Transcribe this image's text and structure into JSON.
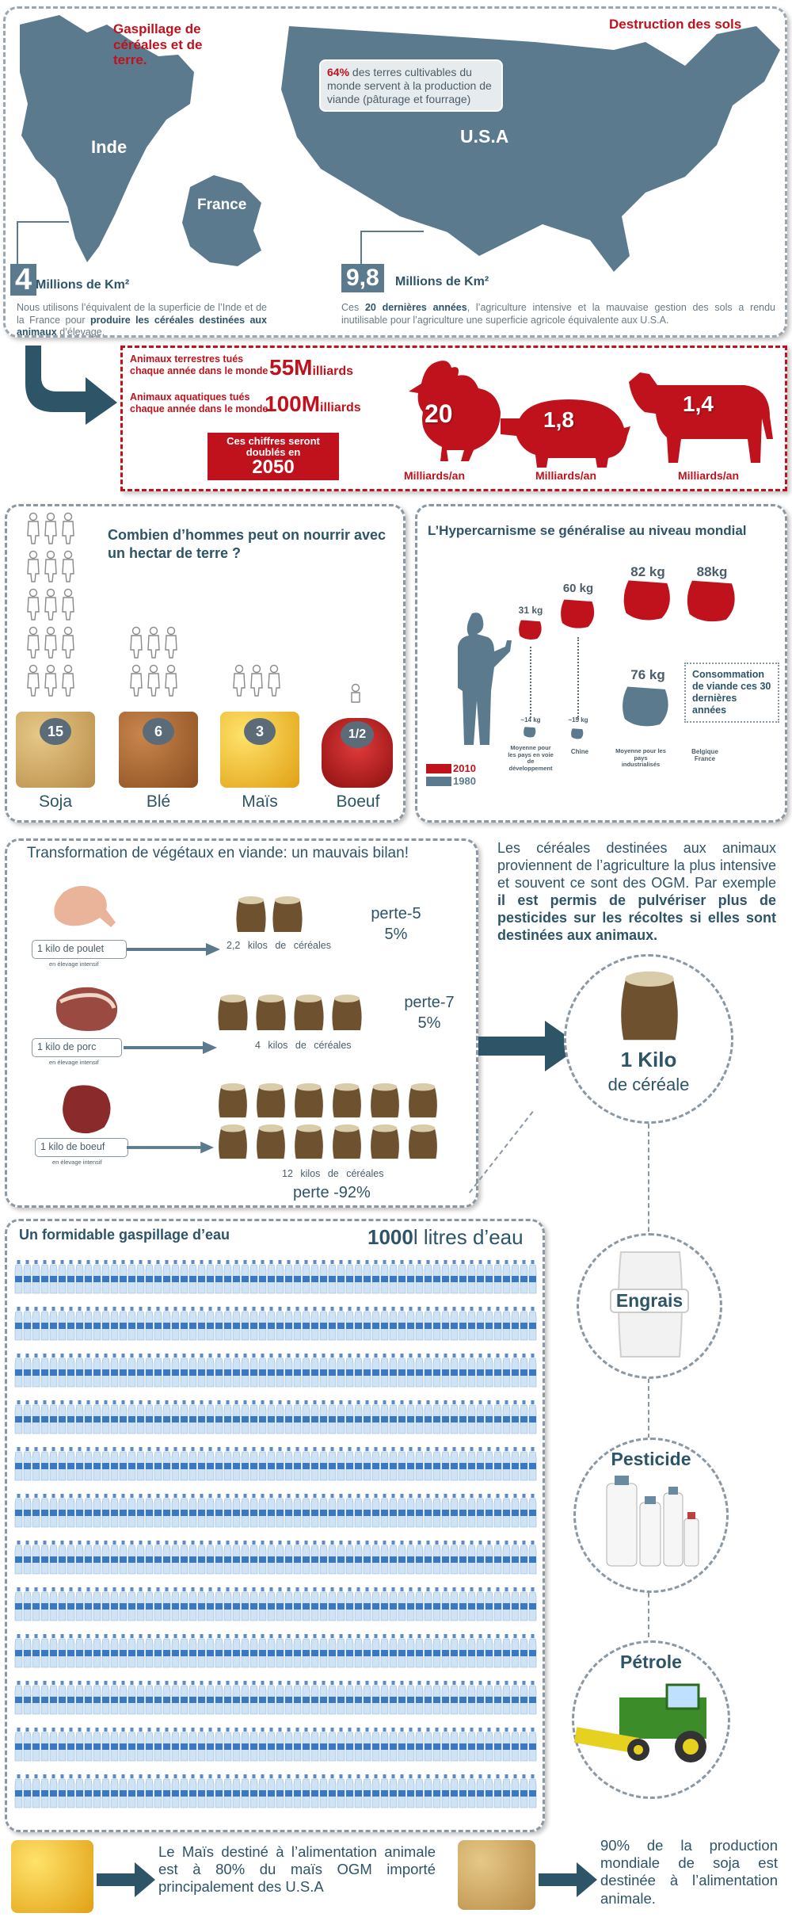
{
  "colors": {
    "accent_red": "#c0121c",
    "teal": "#2e5468",
    "map_blue": "#5b7a8e",
    "gray_text": "#6a7a86"
  },
  "land": {
    "waste_title": "Gaspillage de céréales et de terre.",
    "soil_title": "Destruction des sols",
    "stat_pct": "64%",
    "stat_text": " des terres cultivables du monde servent à la production de viande (pâturage et fourrage)",
    "india": "Inde",
    "france": "France",
    "usa": "U.S.A",
    "left_big": "4",
    "left_unit": "Millions de Km²",
    "left_desc_a": "Nous utilisons l’équivalent de la superficie de l’Inde et de la France pour ",
    "left_desc_b": "produire les céréales destinées aux animaux",
    "left_desc_c": " d’élevage.",
    "right_big": "9,8",
    "right_unit": "Millions de Km²",
    "right_desc_a": "Ces ",
    "right_desc_b": "20 dernières années",
    "right_desc_c": ", l’agriculture intensive et la mauvaise gestion des sols a rendu inutilisable pour l’agriculture une superficie agricole équivalente aux U.S.A."
  },
  "animals": {
    "terrestrial_label": "Animaux terrestres tués chaque année dans le monde",
    "terrestrial_num": "55M",
    "terrestrial_suffix": "illiards",
    "aquatic_label": "Animaux aquatiques tués chaque année dans le monde",
    "aquatic_num": "100M",
    "aquatic_suffix": "illiards",
    "double_text": "Ces chiffres seront doublés en",
    "double_year": "2050",
    "chicken_value": "20",
    "pig_value": "1,8",
    "cow_value": "1,4",
    "unit": "Milliards/an"
  },
  "hectare": {
    "title": "Combien d’hommes peut on nourrir avec un hectar de terre ?",
    "items": [
      {
        "label": "Soja",
        "value": "15"
      },
      {
        "label": "Blé",
        "value": "6"
      },
      {
        "label": "Maïs",
        "value": "3"
      },
      {
        "label": "Boeuf",
        "value": "1/2"
      }
    ]
  },
  "hyper": {
    "title": "L’Hypercarnisme se généralise au niveau mondial",
    "groups": [
      {
        "label": "Moyenne pour les pays en voie de développement",
        "v2010": "31 kg",
        "v1980": "~14 kg"
      },
      {
        "label": "Chine",
        "v2010": "60 kg",
        "v1980": "~15 kg"
      },
      {
        "label": "Moyenne pour les pays industrialisés",
        "v2010": "82 kg",
        "v1980": "76 kg"
      },
      {
        "label": "Belgique France",
        "v2010": "88kg",
        "v1980": ""
      }
    ],
    "box_text": "Consommation de viande ces 30 dernières années",
    "legend_2010": "2010",
    "legend_1980": "1980"
  },
  "transform": {
    "title": "Transformation de végétaux en viande: un mauvais bilan!",
    "rows": [
      {
        "meat": "1 kilo de poulet",
        "note": "en élevage intensif",
        "cereal": "2,2 kilos de céréales",
        "loss_a": "perte-5",
        "loss_b": "5%"
      },
      {
        "meat": "1 kilo de porc",
        "note": "en élevage intensif",
        "cereal": "4 kilos de céréales",
        "loss_a": "perte-7",
        "loss_b": "5%"
      },
      {
        "meat": "1 kilo de boeuf",
        "note": "en élevage intensif",
        "cereal": "12 kilos de céréales",
        "loss_a": "perte -92%",
        "loss_b": ""
      }
    ]
  },
  "ogm": {
    "text_a": "Les céréales destinées aux animaux proviennent de l’agriculture la plus intensive et souvent ce sont des OGM. Par exemple ",
    "text_b": "il est permis de pulvériser plus de pesticides sur les récoltes si elles sont destinées aux animaux."
  },
  "kilo": {
    "big": "1 Kilo",
    "sub": "de céréale"
  },
  "inputs": [
    {
      "label": "Engrais"
    },
    {
      "label": "Pesticide"
    },
    {
      "label": "Pétrole"
    }
  ],
  "water": {
    "title": "Un formidable gaspillage d’eau",
    "amount_a": "1000",
    "amount_b": "l litres d’eau"
  },
  "bottom": {
    "mais_text": "Le Maïs destiné à l’alimentation animale est à 80% du maïs OGM importé principalement des U.S.A",
    "soja_text": "90% de la production mondiale de soja est destinée à l’alimentation animale."
  }
}
